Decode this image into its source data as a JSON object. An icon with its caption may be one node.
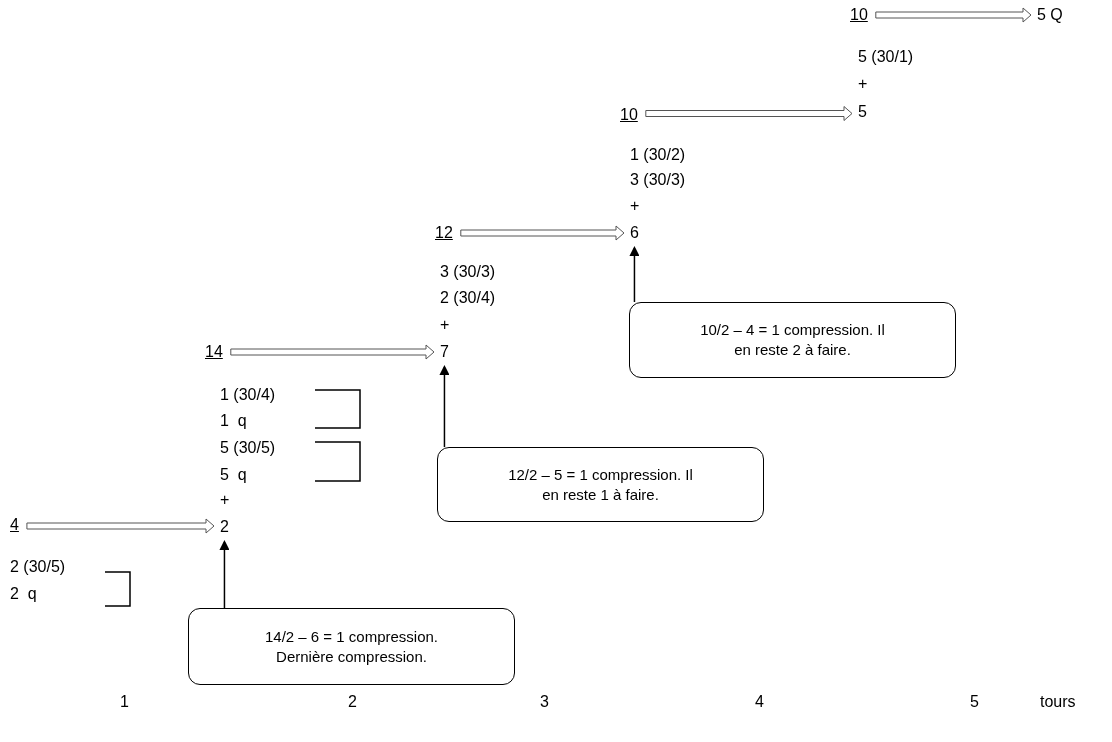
{
  "diagram": {
    "nodes": [
      {
        "text": [
          "4"
        ]
      },
      {
        "text": [
          "2"
        ]
      },
      {
        "text": [
          "14"
        ]
      },
      {
        "text": [
          "7"
        ]
      },
      {
        "text": [
          "12"
        ]
      },
      {
        "text": [
          "6"
        ]
      },
      {
        "text": [
          "10"
        ]
      },
      {
        "text": [
          "5"
        ]
      },
      {
        "text": [
          "10"
        ]
      },
      {
        "text": [
          "5 Q"
        ]
      },
      {
        "text": [
          "14/2 – 6 = 1 compression. Dernière compression."
        ]
      },
      {
        "text": [
          "12/2 – 5 = 1 compression. Il en reste 1 à faire."
        ]
      },
      {
        "text": [
          "10/2 – 4 = 1 compression. Il en reste 2 à faire."
        ]
      }
    ],
    "edges": [
      {
        "from": 0,
        "to": 1,
        "arrow": "to"
      },
      {
        "from": 2,
        "to": 3,
        "arrow": "to"
      },
      {
        "from": 4,
        "to": 5,
        "arrow": "to"
      },
      {
        "from": 6,
        "to": 7,
        "arrow": "to"
      },
      {
        "from": 8,
        "to": 9,
        "arrow": "to"
      },
      {
        "from": 10,
        "to": 1,
        "arrow": "to"
      },
      {
        "from": 11,
        "to": 3,
        "arrow": "to"
      },
      {
        "from": 12,
        "to": 5,
        "arrow": "to"
      }
    ],
    "labels": [
      "2 (30/5)",
      "2  q",
      "1 (30/4)",
      "1  q",
      "5 (30/5)",
      "5  q",
      "+",
      "3 (30/3)",
      "2 (30/4)",
      "+",
      "1 (30/2)",
      "3 (30/3)",
      "+",
      "5 (30/1)",
      "+",
      "1",
      "2",
      "3",
      "4",
      "5",
      "tours"
    ]
  }
}
